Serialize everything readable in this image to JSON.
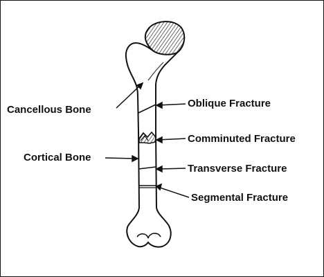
{
  "labels": {
    "cancellous_bone": "Cancellous Bone",
    "cortical_bone": "Cortical Bone",
    "oblique_fracture": "Oblique Fracture",
    "comminuted_fracture": "Comminuted Fracture",
    "transverse_fracture": "Transverse Fracture",
    "segmental_fracture": "Segmental Fracture"
  },
  "colors": {
    "ink": "#111111",
    "head_shading": "#555555",
    "background": "#ffffff"
  }
}
